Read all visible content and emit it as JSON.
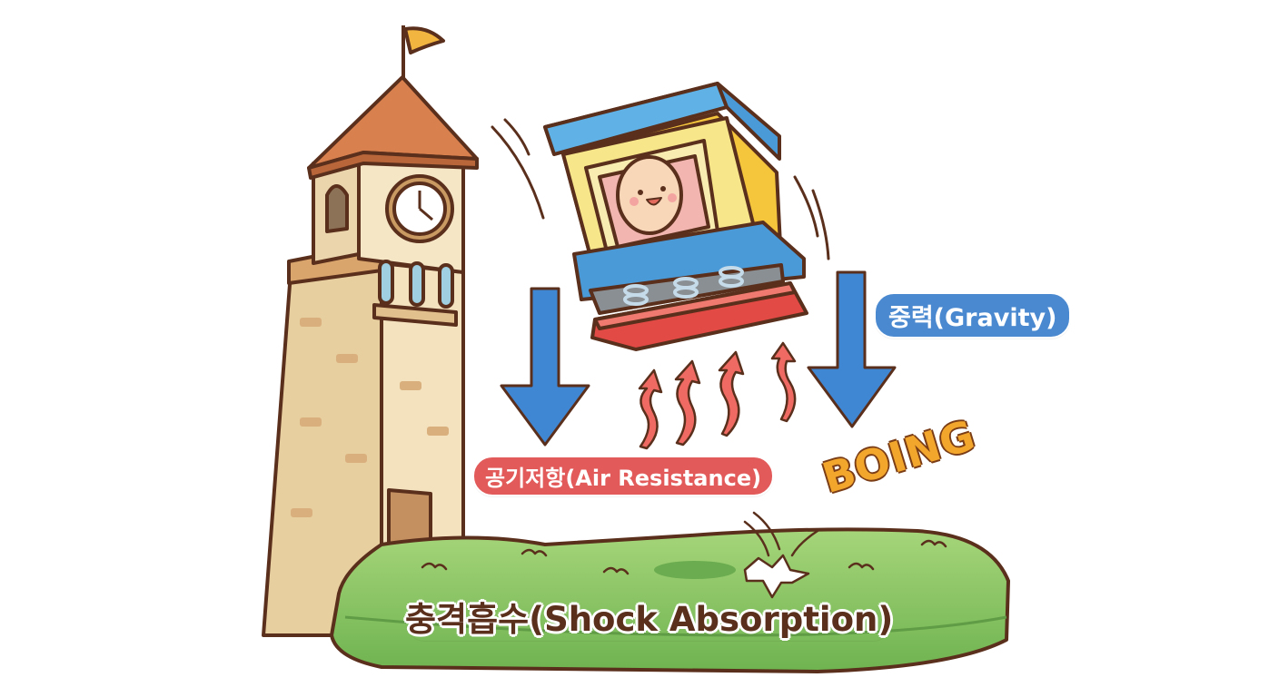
{
  "diagram": {
    "subject": "Egg drop protection device falling from clock tower",
    "labels": {
      "gravity": "중력(Gravity)",
      "air_resistance": "공기저항(Air Resistance)",
      "shock_absorption": "충격흡수(Shock Absorption)",
      "sound_effect": "BOING"
    },
    "elements": {
      "tower": "clock-tower",
      "clock_time": "4:00",
      "device": "egg-box-with-springs",
      "force_arrows_down": 2,
      "air_arrows_up": 4,
      "landing_surface": "grass-cushion"
    },
    "colors": {
      "gravity_blue": "#4a89d0",
      "air_red": "#e25a59",
      "grass_green": "#7fc062",
      "tower_beige": "#f1dcb4",
      "roof_orange": "#d9814e",
      "outline_brown": "#5a2f1c",
      "boing_orange": "#f3a62c"
    }
  }
}
